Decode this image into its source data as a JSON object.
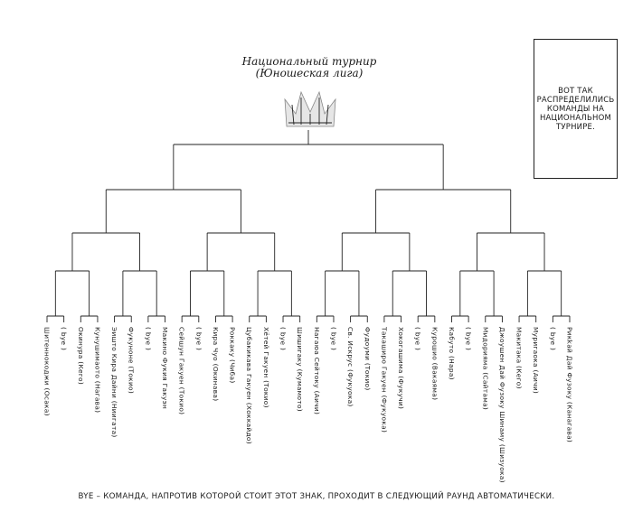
{
  "title": {
    "line1": "Национальный турнир",
    "line2": "(Юношеская лига)"
  },
  "note": {
    "text": "Вот так распределились команды на национальном турнире."
  },
  "bracket": {
    "teams": [
      "Шитеннокоджи (Осака)",
      "( bye )",
      "Окинура (Кего)",
      "Кунушимаото (Нагава)",
      "Эишто Кира Дайни (Ниигата)",
      "Фукуноне (Токио)",
      "( bye )",
      "Макино Фукия Гакуэн",
      "Сейшун Гакуен (Токио)",
      "( bye )",
      "Кира Чуо (Окинава)",
      "Роккаку (Чиба)",
      "Цубакикава Гакуен (Хоккайдо)",
      "Хётей Гакуен (Токио)",
      "( bye )",
      "Шишигаку (Кумамото)",
      "Нагаюа Сейтоку (Аичи)",
      "( bye )",
      "Св. Искрус (Фукуока)",
      "Фудоуми (Токио)",
      "Такаширо Гакуен (Фукуока)",
      "Хокогашима (Фукучи)",
      "( bye )",
      "Курошио (Вакаяма)",
      "Кабуто (Нара)",
      "( bye )",
      "Мидорияма (Сайтама)",
      "Джоушен Дай Фузоку Шинаму (Шизуока)",
      "Макитака (Кего)",
      "Муригаока (Аичи)",
      "( bye )",
      "Рикkай Дай Фузоку (Канагава)"
    ]
  },
  "footnote": {
    "text": "bye – команда, напротив которой стоит этот знак, проходит в следующий раунд автоматически."
  }
}
